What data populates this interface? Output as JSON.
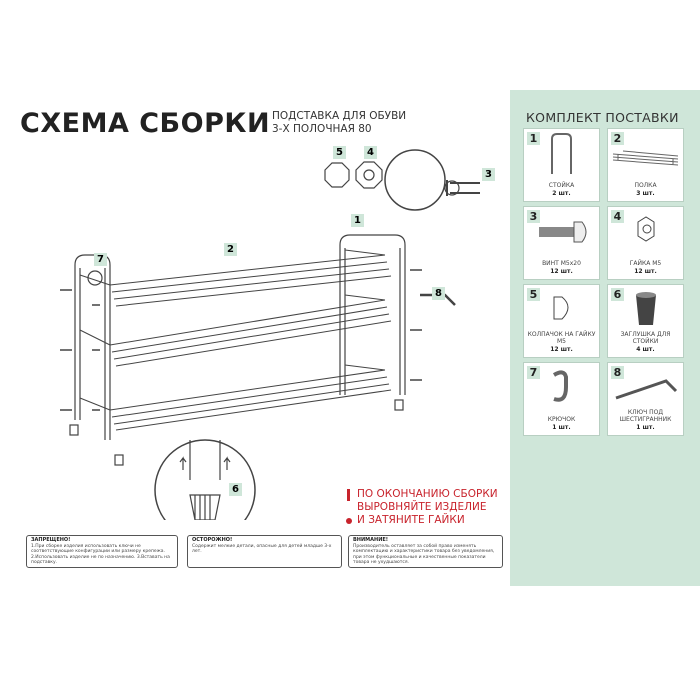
{
  "header": {
    "title": "СХЕМА СБОРКИ",
    "subtitle_line1": "ПОДСТАВКА ДЛЯ ОБУВИ",
    "subtitle_line2": "3-Х ПОЛОЧНАЯ 80"
  },
  "callouts": [
    "1",
    "2",
    "3",
    "4",
    "5",
    "6",
    "7",
    "8"
  ],
  "notice": {
    "line1": "ПО ОКОНЧАНИЮ СБОРКИ",
    "line2": "ВЫРОВНЯЙТЕ ИЗДЕЛИЕ",
    "line3": "И ЗАТЯНИТЕ ГАЙКИ"
  },
  "warnings": [
    {
      "title": "ЗАПРЕЩЕНО!",
      "text": "1.При сборке изделия использовать ключи не соответствующие конфигурации или размеру крепежа. 2.Использовать изделие не по назначению. 3.Вставать на подставку."
    },
    {
      "title": "ОСТОРОЖНО!",
      "text": "Содержит мелкие детали, опасные для детей младше 3-х лет."
    },
    {
      "title": "ВНИМАНИЕ!",
      "text": "Производитель оставляет за собой право изменять комплектацию и характеристики товара без уведомления, при этом функциональные и качественные показатели товара не ухудшаются."
    }
  ],
  "kit": {
    "title": "КОМПЛЕКТ ПОСТАВКИ",
    "items": [
      {
        "num": "1",
        "name": "СТОЙКА",
        "qty": "2 шт.",
        "icon": "stand"
      },
      {
        "num": "2",
        "name": "ПОЛКА",
        "qty": "3 шт.",
        "icon": "shelf"
      },
      {
        "num": "3",
        "name": "ВИНТ М5х20",
        "qty": "12 шт.",
        "icon": "screw"
      },
      {
        "num": "4",
        "name": "ГАЙКА М5",
        "qty": "12 шт.",
        "icon": "nut"
      },
      {
        "num": "5",
        "name": "КОЛПАЧОК НА ГАЙКУ М5",
        "qty": "12 шт.",
        "icon": "cap-nut"
      },
      {
        "num": "6",
        "name": "ЗАГЛУШКА ДЛЯ СТОЙКИ",
        "qty": "4 шт.",
        "icon": "foot-plug"
      },
      {
        "num": "7",
        "name": "КРЮЧОК",
        "qty": "1 шт.",
        "icon": "hook"
      },
      {
        "num": "8",
        "name": "КЛЮЧ ПОД ШЕСТИГРАННИК",
        "qty": "1 шт.",
        "icon": "hex-key"
      }
    ]
  },
  "colors": {
    "panel": "#cfe6d9",
    "accent_red": "#c8232c"
  }
}
